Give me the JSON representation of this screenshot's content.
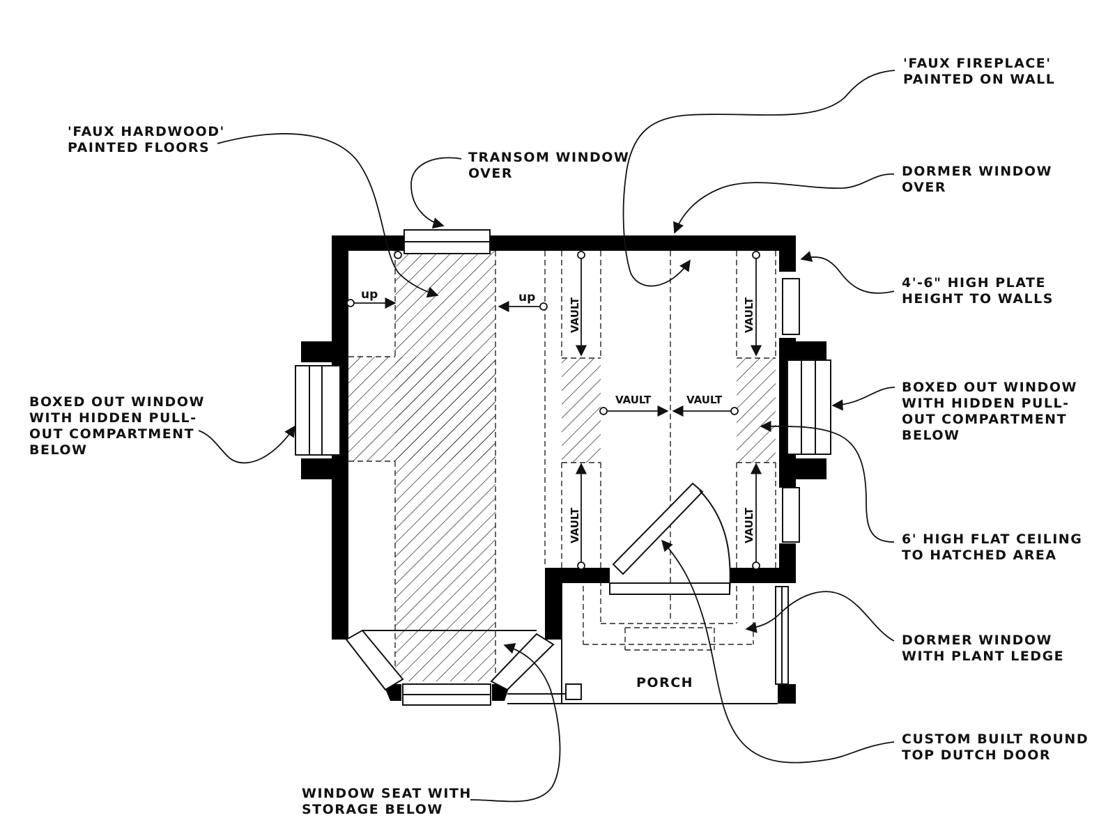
{
  "labels": {
    "faux_hardwood": [
      "'FAUX HARDWOOD'",
      "PAINTED FLOORS"
    ],
    "transom_window": [
      "TRANSOM WINDOW",
      "OVER"
    ],
    "faux_fireplace": [
      "'FAUX FIREPLACE'",
      "PAINTED ON WALL"
    ],
    "dormer_over": [
      "DORMER WINDOW",
      "OVER"
    ],
    "plate_height": [
      "4'-6\" HIGH PLATE",
      "HEIGHT TO WALLS"
    ],
    "boxed_left": [
      "BOXED OUT WINDOW",
      "WITH HIDDEN PULL-",
      "OUT COMPARTMENT",
      "BELOW"
    ],
    "boxed_right": [
      "BOXED OUT WINDOW",
      "WITH HIDDEN PULL-",
      "OUT COMPARTMENT",
      "BELOW"
    ],
    "flat_ceiling": [
      "6' HIGH FLAT CEILING",
      "TO HATCHED AREA"
    ],
    "dormer_ledge": [
      "DORMER WINDOW",
      "WITH PLANT LEDGE"
    ],
    "dutch_door": [
      "CUSTOM BUILT ROUND",
      "TOP DUTCH DOOR"
    ],
    "window_seat": [
      "WINDOW SEAT WITH",
      "STORAGE BELOW"
    ]
  },
  "plan": {
    "up_left": "up",
    "up_right": "up",
    "vault": "VAULT",
    "porch": "PORCH"
  }
}
